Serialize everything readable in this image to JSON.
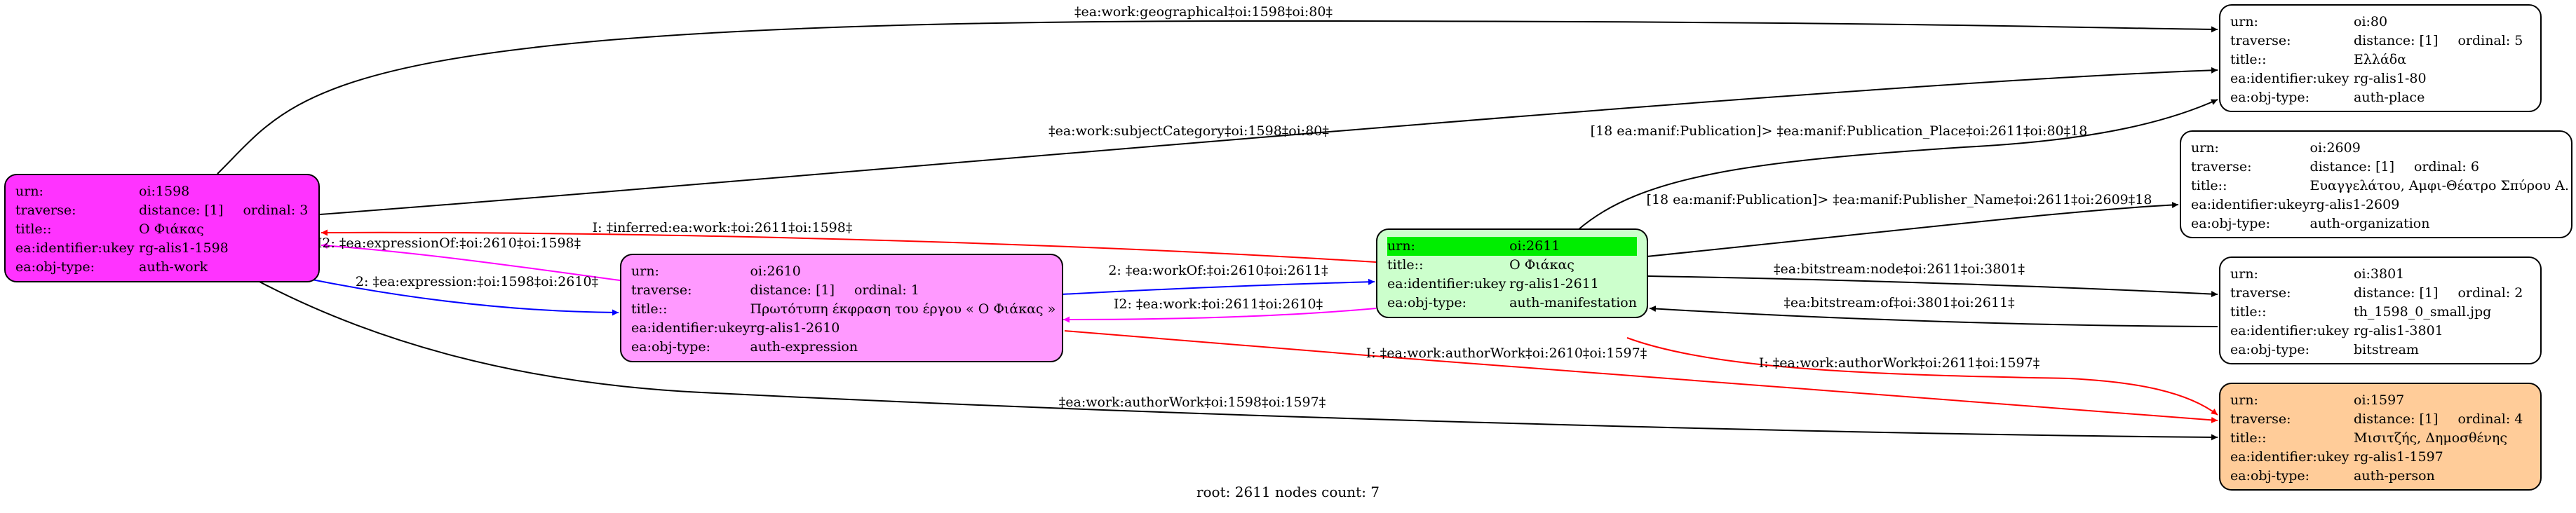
{
  "nodes": {
    "n1598": {
      "urn": "oi:1598",
      "distance": "distance: [1]",
      "ordinal": "ordinal: 3",
      "title": "Ο Φιάκας",
      "ukey": "rg-alis1-1598",
      "objtype": "auth-work",
      "fill": "#ff33ff"
    },
    "n2610": {
      "urn": "oi:2610",
      "distance": "distance: [1]",
      "ordinal": "ordinal: 1",
      "title": "Πρωτότυπη έκφραση του έργου « Ο Φιάκας »",
      "ukey": "rg-alis1-2610",
      "objtype": "auth-expression",
      "fill": "#ff99ff"
    },
    "n2611": {
      "urn": "oi:2611",
      "title": "Ο Φιάκας",
      "ukey": "rg-alis1-2611",
      "objtype": "auth-manifestation",
      "fill": "#ccffcc",
      "highlight": "#00ee00"
    },
    "n80": {
      "urn": "oi:80",
      "distance": "distance: [1]",
      "ordinal": "ordinal: 5",
      "title": "Ελλάδα",
      "ukey": "rg-alis1-80",
      "objtype": "auth-place",
      "fill": "#ffffff"
    },
    "n2609": {
      "urn": "oi:2609",
      "distance": "distance: [1]",
      "ordinal": "ordinal: 6",
      "title": "Ευαγγελάτου, Αμφι-Θέατρο Σπύρου Α.",
      "ukey": "rg-alis1-2609",
      "objtype": "auth-organization",
      "fill": "#ffffff"
    },
    "n3801": {
      "urn": "oi:3801",
      "distance": "distance: [1]",
      "ordinal": "ordinal: 2",
      "title": "th_1598_0_small.jpg",
      "ukey": "rg-alis1-3801",
      "objtype": "bitstream",
      "fill": "#ffffff"
    },
    "n1597": {
      "urn": "oi:1597",
      "distance": "distance: [1]",
      "ordinal": "ordinal: 4",
      "title": "Μισιτζής, Δημοσθένης",
      "ukey": "rg-alis1-1597",
      "objtype": "auth-person",
      "fill": "#ffcc99"
    }
  },
  "field_labels": {
    "urn": "urn:",
    "traverse": "traverse:",
    "title": "title::",
    "ukey": "ea:identifier:ukey",
    "objtype": "ea:obj-type:"
  },
  "edges": {
    "geographical": {
      "label": "‡ea:work:geographical‡oi:1598‡oi:80‡",
      "color": "#000000"
    },
    "subjectCategory": {
      "label": "‡ea:work:subjectCategory‡oi:1598‡oi:80‡",
      "color": "#000000"
    },
    "pubPlace": {
      "label": "[18 ea:manif:Publication]> ‡ea:manif:Publication_Place‡oi:2611‡oi:80‡18",
      "color": "#000000"
    },
    "publisher": {
      "label": "[18 ea:manif:Publication]> ‡ea:manif:Publisher_Name‡oi:2611‡oi:2609‡18",
      "color": "#000000"
    },
    "inferred": {
      "label": "I: ‡inferred:ea:work:‡oi:2611‡oi:1598‡",
      "color": "#ff0000"
    },
    "expressionOf": {
      "label": "I2: ‡ea:expressionOf:‡oi:2610‡oi:1598‡",
      "color": "#ff00ff"
    },
    "expression": {
      "label": "2: ‡ea:expression:‡oi:1598‡oi:2610‡",
      "color": "#0000ff"
    },
    "workOf": {
      "label": "2: ‡ea:workOf:‡oi:2610‡oi:2611‡",
      "color": "#0000ff"
    },
    "work": {
      "label": "I2: ‡ea:work:‡oi:2611‡oi:2610‡",
      "color": "#ff00ff"
    },
    "bsNode": {
      "label": "‡ea:bitstream:node‡oi:2611‡oi:3801‡",
      "color": "#000000"
    },
    "bsOf": {
      "label": "‡ea:bitstream:of‡oi:3801‡oi:2611‡",
      "color": "#000000"
    },
    "authorWork2611": {
      "label": "I: ‡ea:work:authorWork‡oi:2611‡oi:1597‡",
      "color": "#ff0000"
    },
    "authorWork2610": {
      "label": "I: ‡ea:work:authorWork‡oi:2610‡oi:1597‡",
      "color": "#ff0000"
    },
    "authorWork1598": {
      "label": "‡ea:work:authorWork‡oi:1598‡oi:1597‡",
      "color": "#000000"
    }
  },
  "footer": "root: 2611 nodes count: 7"
}
